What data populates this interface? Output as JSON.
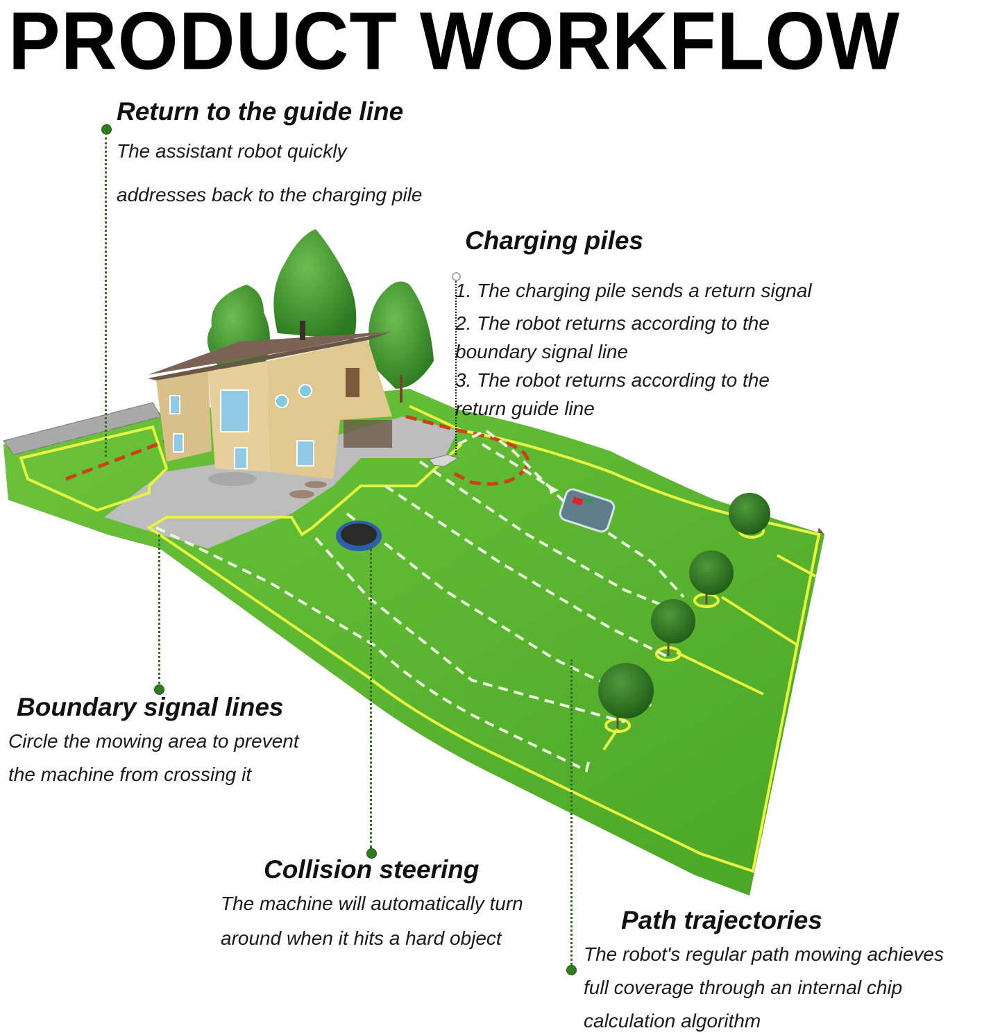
{
  "title": "PRODUCT WORKFLOW",
  "callouts": {
    "return_guide": {
      "heading": "Return to the guide line",
      "lines": [
        "The assistant robot quickly",
        "addresses back to the charging pile"
      ]
    },
    "charging_piles": {
      "heading": "Charging piles",
      "lines": [
        "1. The charging pile sends a return signal",
        "2. The robot returns according to the",
        "boundary signal line",
        "3. The robot returns according to the",
        "return guide line"
      ]
    },
    "boundary_lines": {
      "heading": "Boundary signal lines",
      "lines": [
        "Circle the mowing area to prevent",
        "the machine from crossing it"
      ]
    },
    "collision": {
      "heading": "Collision steering",
      "lines": [
        "The machine will automatically turn",
        "around when it hits a hard object"
      ]
    },
    "path": {
      "heading": "Path trajectories",
      "lines": [
        "The robot's regular path mowing achieves",
        "full coverage through an internal chip",
        "calculation algorithm"
      ]
    }
  },
  "illustration": {
    "subjects": [
      "house",
      "trees",
      "stone-wall",
      "patio",
      "lawn",
      "robot-mower",
      "charging-station",
      "trampoline",
      "boundary-wire",
      "guide-wire",
      "mowing-path"
    ],
    "colors": {
      "lawn": "#5cb82c",
      "lawn_dark": "#3f9a1f",
      "boundary_wire": "#e6f542",
      "guide_wire": "#c8431a",
      "path": "#e8f7d8",
      "soil": "#8a5a32",
      "house_wall": "#e6cf9a",
      "roof": "#6b5647",
      "patio": "#b9b9b9",
      "tree": "#3a8a2a",
      "connector_dot": "#2f7d1f"
    }
  }
}
